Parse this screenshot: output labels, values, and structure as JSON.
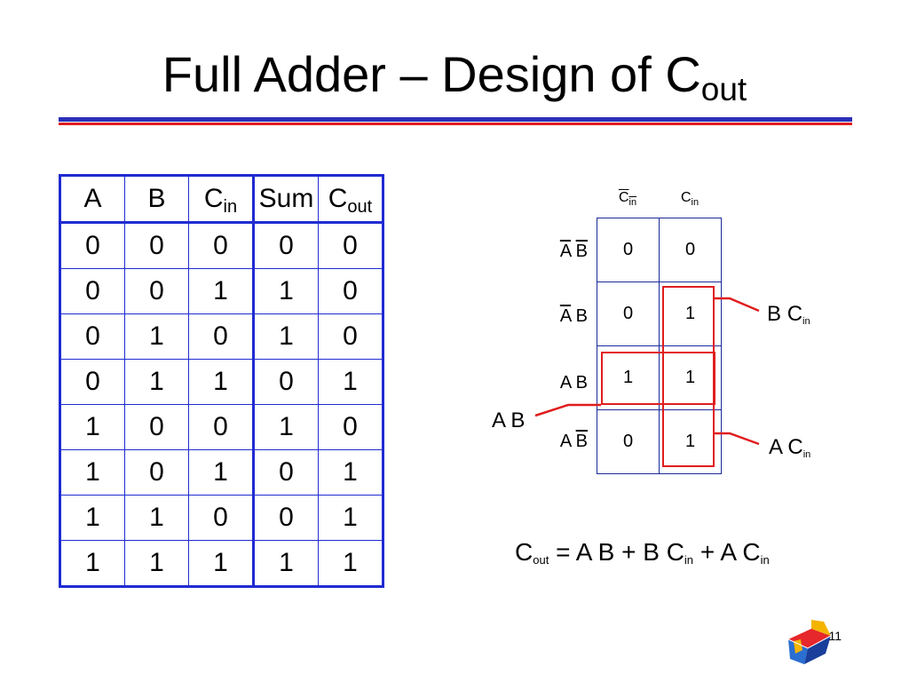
{
  "title": {
    "main": "Full Adder – Design of C",
    "sub": "out"
  },
  "truth_table": {
    "headers": [
      "A",
      "B",
      "C",
      "Sum",
      "C"
    ],
    "header_subs": [
      "",
      "",
      "in",
      "",
      "out"
    ],
    "rows": [
      [
        "0",
        "0",
        "0",
        "0",
        "0"
      ],
      [
        "0",
        "0",
        "1",
        "1",
        "0"
      ],
      [
        "0",
        "1",
        "0",
        "1",
        "0"
      ],
      [
        "0",
        "1",
        "1",
        "0",
        "1"
      ],
      [
        "1",
        "0",
        "0",
        "1",
        "0"
      ],
      [
        "1",
        "0",
        "1",
        "0",
        "1"
      ],
      [
        "1",
        "1",
        "0",
        "0",
        "1"
      ],
      [
        "1",
        "1",
        "1",
        "1",
        "1"
      ]
    ]
  },
  "kmap": {
    "col_headers": [
      {
        "base": "C",
        "sub": "in",
        "complement": true
      },
      {
        "base": "C",
        "sub": "in",
        "complement": false
      }
    ],
    "row_labels": [
      {
        "a": "A",
        "b": "B",
        "a_bar": true,
        "b_bar": true
      },
      {
        "a": "A",
        "b": "B",
        "a_bar": true,
        "b_bar": false
      },
      {
        "a": "A",
        "b": "B",
        "a_bar": false,
        "b_bar": false
      },
      {
        "a": "A",
        "b": "B",
        "a_bar": false,
        "b_bar": true
      }
    ],
    "cells": [
      [
        "0",
        "0"
      ],
      [
        "0",
        "1"
      ],
      [
        "1",
        "1"
      ],
      [
        "0",
        "1"
      ]
    ]
  },
  "group_labels": {
    "bc": {
      "t1": "B",
      "t2": "C",
      "sub": "in"
    },
    "ab": {
      "t1": "A",
      "t2": "B"
    },
    "ac": {
      "t1": "A",
      "t2": "C",
      "sub": "in"
    }
  },
  "equation": {
    "lhs": "C",
    "lhs_sub": "out",
    "equals": "=",
    "t1": "A",
    "t2": "B",
    "plus1": "+",
    "t3": "B",
    "t4": "C",
    "t4_sub": "in",
    "plus2": "+",
    "t5": "A",
    "t6": "C",
    "t6_sub": "in"
  },
  "page_number": "11",
  "colors": {
    "table_blue": "#1f2bd1",
    "group_red": "#e01e1e",
    "rule_blue": "#2b2fb8"
  }
}
